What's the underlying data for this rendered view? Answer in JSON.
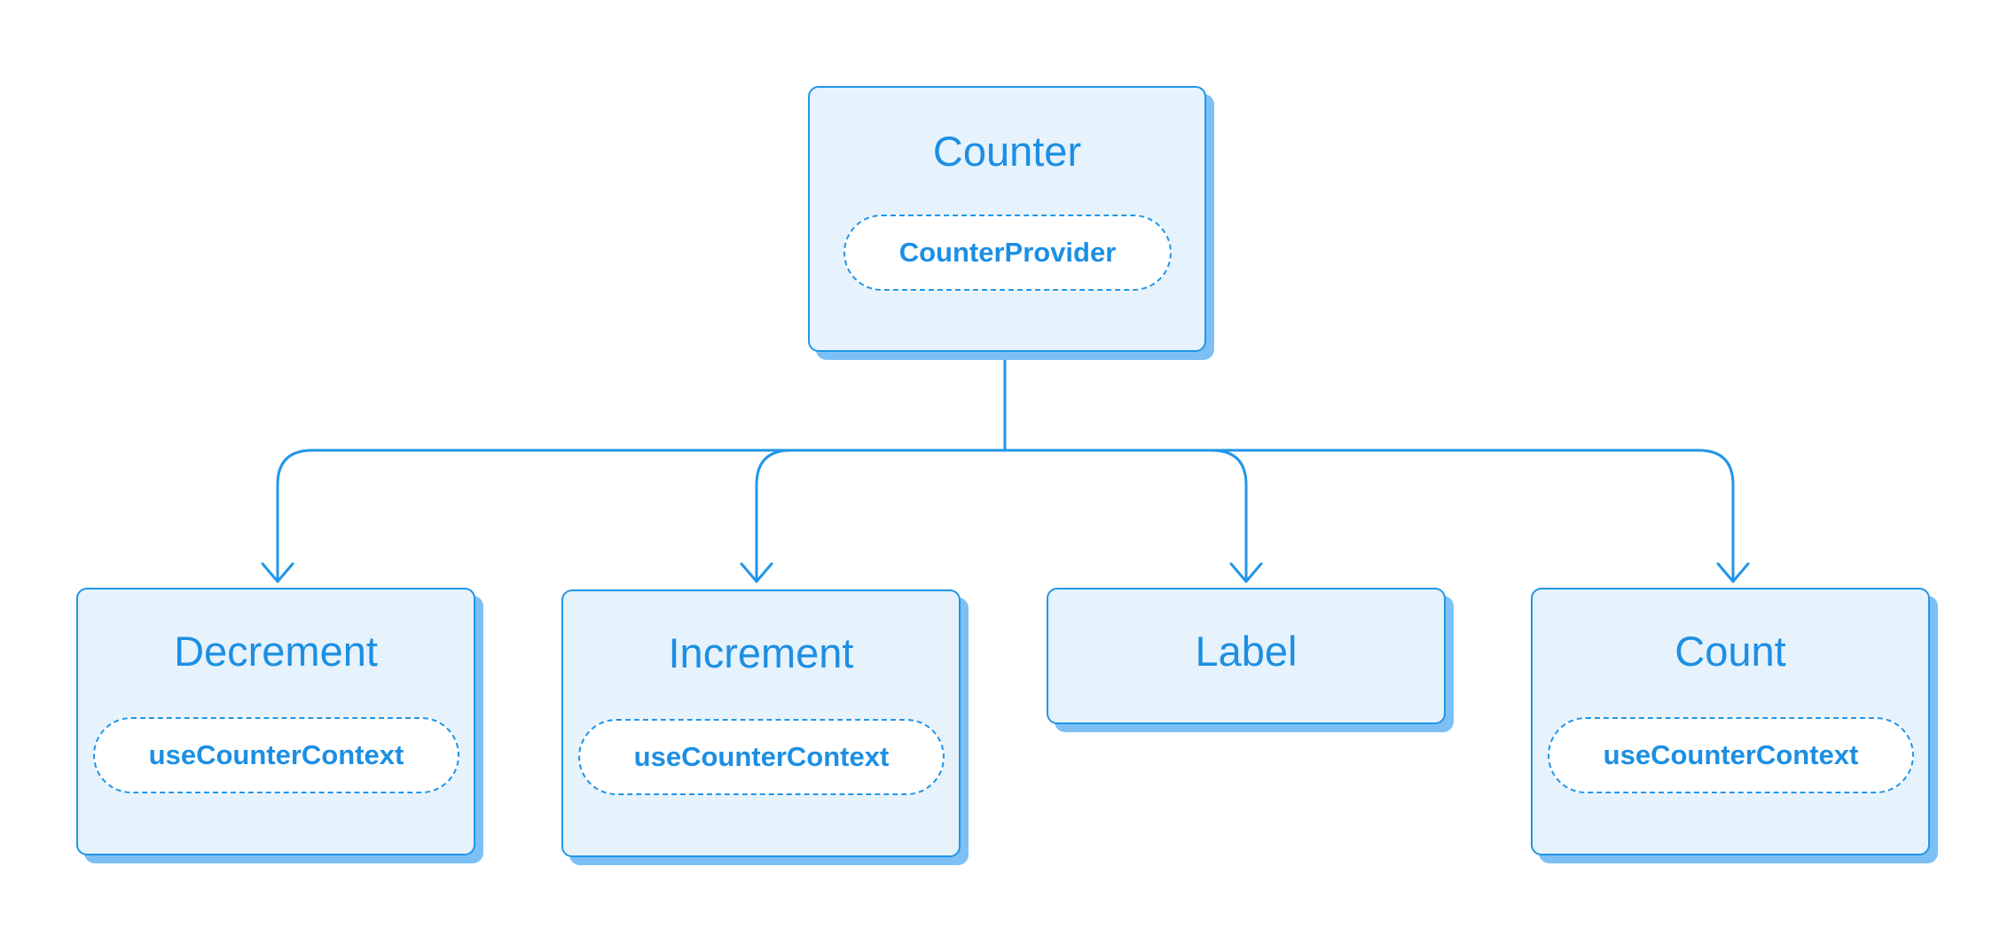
{
  "colors": {
    "stroke": "#2196e8",
    "text": "#1c8fe3",
    "node_fill": "#e6f2fc",
    "shadow": "#7cc0f5",
    "pill_fill": "#ffffff"
  },
  "root": {
    "title": "Counter",
    "hook": "CounterProvider"
  },
  "children": [
    {
      "title": "Decrement",
      "hook": "useCounterContext"
    },
    {
      "title": "Increment",
      "hook": "useCounterContext"
    },
    {
      "title": "Label"
    },
    {
      "title": "Count",
      "hook": "useCounterContext"
    }
  ]
}
